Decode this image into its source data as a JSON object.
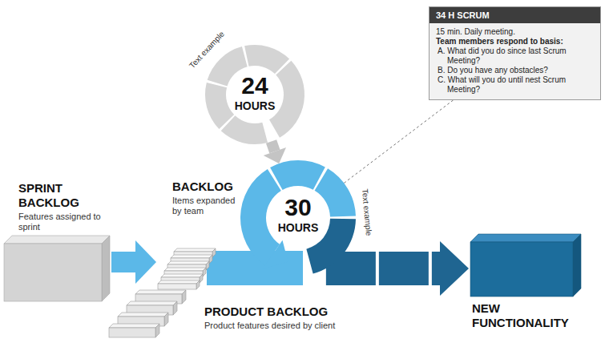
{
  "diagram": {
    "nodes": [
      {
        "text": [
          "SPRINT BACKLOG",
          "Features assigned to sprint"
        ]
      },
      {
        "text": [
          "BACKLOG",
          "Items expanded by team"
        ]
      },
      {
        "text": [
          "24",
          "HOURS",
          "Text example"
        ]
      },
      {
        "text": [
          "30",
          "HOURS",
          "Text example"
        ]
      },
      {
        "text": [
          "34 H SCRUM",
          "15 min. Daily meeting.",
          "Team members respond to basis:",
          "A. What did you do since last Scrum Meeting?",
          "B. Do you have any obstacles?",
          "C. What will you do until nest Scrum Meeting?"
        ]
      },
      {
        "text": [
          "PRODUCT BACKLOG",
          "Product features desired by client"
        ]
      },
      {
        "text": [
          "NEW FUNCTIONALITY"
        ]
      }
    ],
    "edges": [
      {
        "from": 0,
        "to": 1,
        "arrow": "to"
      },
      {
        "from": 2,
        "to": 3,
        "arrow": "to"
      },
      {
        "from": 4,
        "to": 3,
        "arrow": "none"
      },
      {
        "from": 3,
        "to": 6,
        "arrow": "to"
      }
    ]
  }
}
